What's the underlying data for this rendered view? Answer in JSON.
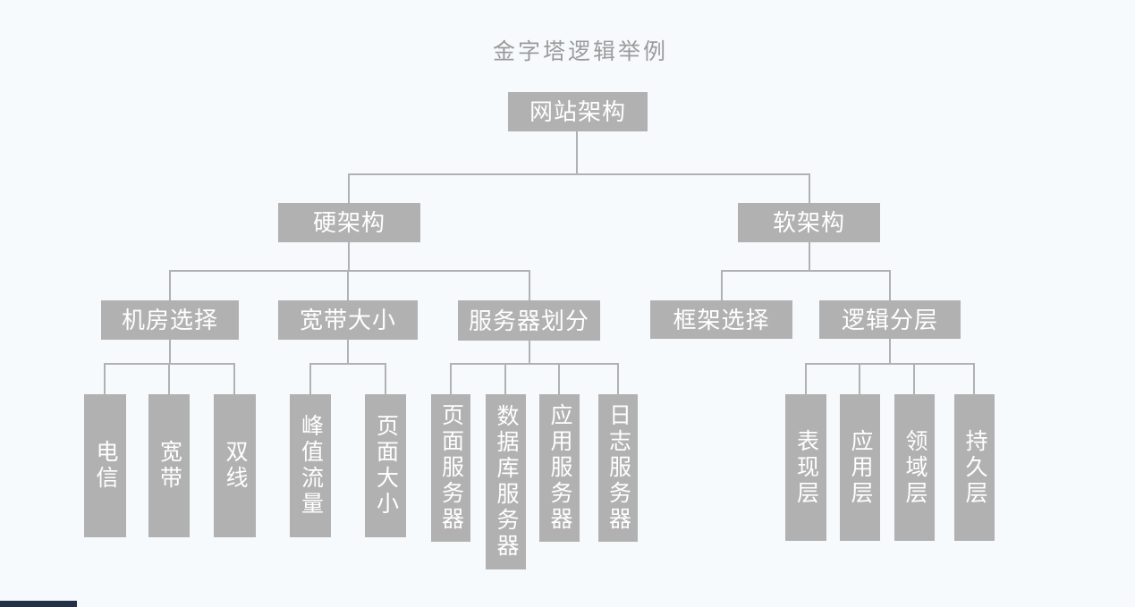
{
  "title": "金字塔逻辑举例",
  "colors": {
    "background": "#f6fafc",
    "node_fill": "#b1b1b1",
    "node_text": "#ffffff",
    "connector": "#b1b1b1",
    "title_text": "#9b9b9b",
    "corner_bar": "#233148"
  },
  "diagram_type": "tree",
  "nodes": [
    {
      "id": "root",
      "label": "网站架构",
      "parent": null,
      "level": 1
    },
    {
      "id": "hard",
      "label": "硬架构",
      "parent": "root",
      "level": 2
    },
    {
      "id": "soft",
      "label": "软架构",
      "parent": "root",
      "level": 2
    },
    {
      "id": "room",
      "label": "机房选择",
      "parent": "hard",
      "level": 3
    },
    {
      "id": "band",
      "label": "宽带大小",
      "parent": "hard",
      "level": 3
    },
    {
      "id": "server",
      "label": "服务器划分",
      "parent": "hard",
      "level": 3
    },
    {
      "id": "frame",
      "label": "框架选择",
      "parent": "soft",
      "level": 3
    },
    {
      "id": "logic",
      "label": "逻辑分层",
      "parent": "soft",
      "level": 3
    },
    {
      "id": "telecom",
      "label": "电信",
      "parent": "room",
      "level": 4
    },
    {
      "id": "broadband",
      "label": "宽带",
      "parent": "room",
      "level": 4
    },
    {
      "id": "dual",
      "label": "双线",
      "parent": "room",
      "level": 4
    },
    {
      "id": "peak",
      "label": "峰值流量",
      "parent": "band",
      "level": 4
    },
    {
      "id": "pagesize",
      "label": "页面大小",
      "parent": "band",
      "level": 4
    },
    {
      "id": "pageserver",
      "label": "页面服务器",
      "parent": "server",
      "level": 4
    },
    {
      "id": "dbserver",
      "label": "数据库服务器",
      "parent": "server",
      "level": 4
    },
    {
      "id": "appserver",
      "label": "应用服务器",
      "parent": "server",
      "level": 4
    },
    {
      "id": "logserver",
      "label": "日志服务器",
      "parent": "server",
      "level": 4
    },
    {
      "id": "present",
      "label": "表现层",
      "parent": "logic",
      "level": 4
    },
    {
      "id": "applayer",
      "label": "应用层",
      "parent": "logic",
      "level": 4
    },
    {
      "id": "domainlayer",
      "label": "领域层",
      "parent": "logic",
      "level": 4
    },
    {
      "id": "persist",
      "label": "持久层",
      "parent": "logic",
      "level": 4
    }
  ]
}
